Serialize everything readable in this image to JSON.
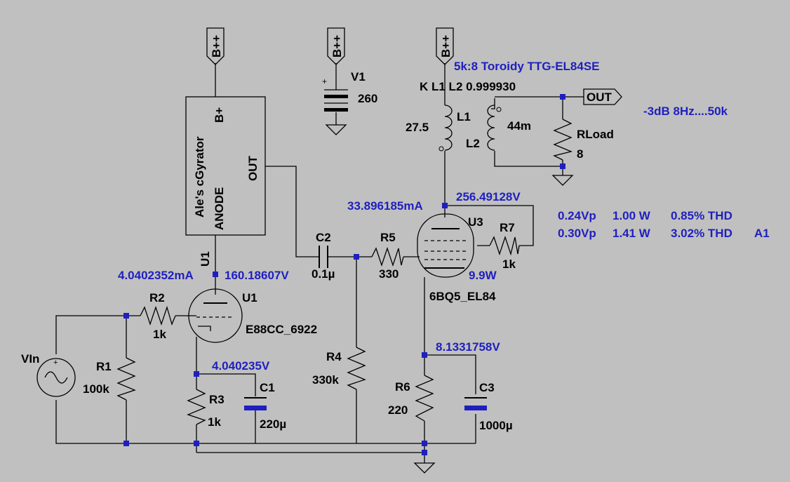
{
  "rails": {
    "bpp1": "B++",
    "bpp2": "B++",
    "bpp3": "B++"
  },
  "ports": {
    "out_port": "OUT"
  },
  "gyrator": {
    "title": "Ale's cGyrator",
    "bplus": "B+",
    "anode": "ANODE",
    "out": "OUT",
    "ref": "U1"
  },
  "components": {
    "v1_name": "V1",
    "v1_value": "260",
    "vin_name": "VIn",
    "r1_name": "R1",
    "r1_value": "100k",
    "r2_name": "R2",
    "r2_value": "1k",
    "r3_name": "R3",
    "r3_value": "1k",
    "r4_name": "R4",
    "r4_value": "330k",
    "r5_name": "R5",
    "r5_value": "330",
    "r6_name": "R6",
    "r6_value": "220",
    "r7_name": "R7",
    "r7_value": "1k",
    "c1_name": "C1",
    "c1_value": "220µ",
    "c2_name": "C2",
    "c2_value": "0.1µ",
    "c3_name": "C3",
    "c3_value": "1000µ",
    "l1_name": "L1",
    "l1_value": "27.5",
    "l2_name": "L2",
    "l2_value": "44m",
    "rload_name": "RLoad",
    "rload_value": "8",
    "u1_name": "U1",
    "u1_model": "E88CC_6922",
    "u3_name": "U3",
    "u3_model": "6BQ5_EL84",
    "coupling": "K L1 L2 0.999930"
  },
  "annotations": {
    "u1_current": "4.0402352mA",
    "u1_voltage": "160.18607V",
    "u1_cathode": "4.040235V",
    "u3_current": "33.896185mA",
    "u3_voltage": "256.49128V",
    "u3_power": "9.9W",
    "u3_cathode": "8.1331758V",
    "transformer": "5k:8 Toroidy TTG-EL84SE",
    "bandwidth": "-3dB  8Hz....50k"
  },
  "results": {
    "row1": [
      "0.24Vp",
      "1.00 W",
      "0.85% THD",
      ""
    ],
    "row2": [
      "0.30Vp",
      "1.41 W",
      "3.02% THD",
      "A1"
    ]
  },
  "colors": {
    "background": "#c0c0c0",
    "annotation": "#1f1fbf",
    "wire": "#000000"
  }
}
